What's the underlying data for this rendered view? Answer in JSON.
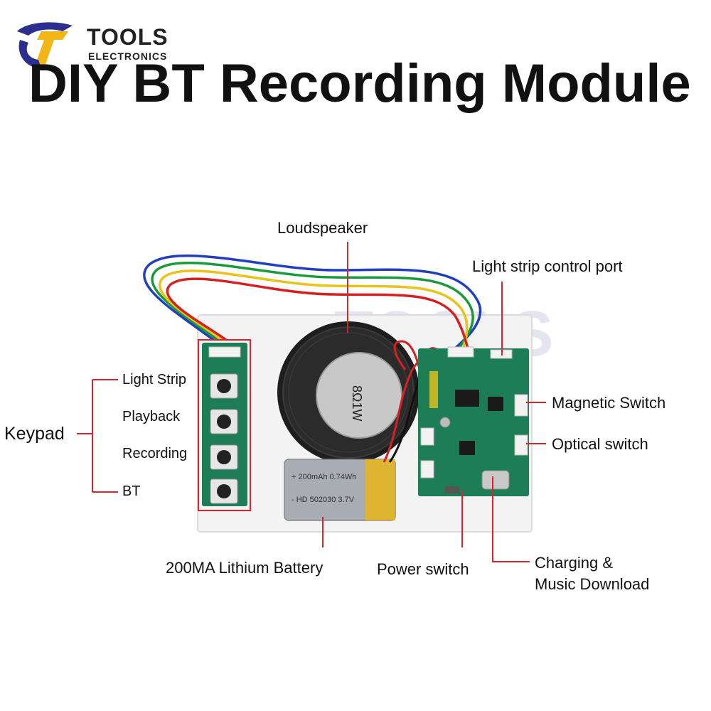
{
  "brand": {
    "name": "TOOLS",
    "sub": "ELECTRONICS",
    "watermark": "TOOLS"
  },
  "title": "DIY BT Recording Module",
  "labels": {
    "loudspeaker": "Loudspeaker",
    "light_strip_port": "Light strip control port",
    "magnetic_switch": "Magnetic Switch",
    "optical_switch": "Optical switch",
    "keypad": "Keypad",
    "keypad_items": [
      "Light Strip",
      "Playback",
      "Recording",
      "BT"
    ],
    "battery": "200MA Lithium Battery",
    "power_switch": "Power switch",
    "charging_line1": "Charging &",
    "charging_line2": "Music Download"
  },
  "printed": {
    "speaker_mark": "8Ω1W",
    "battery_line1": "+ 200mAh 0.74Wh",
    "battery_line2": "- HD 502030 3.7V"
  },
  "colors": {
    "callout": "#d9232d",
    "pcb": "#1d7d57",
    "board": "#f4f4f4",
    "brand_blue": "#2d2f8f",
    "brand_yellow": "#f2b516",
    "battery": "#9aa0a6",
    "tape": "#e7b51a",
    "wire_blue": "#1f3fbf",
    "wire_green": "#1a9a3a",
    "wire_yellow": "#e8c41a",
    "wire_red": "#d42020"
  }
}
